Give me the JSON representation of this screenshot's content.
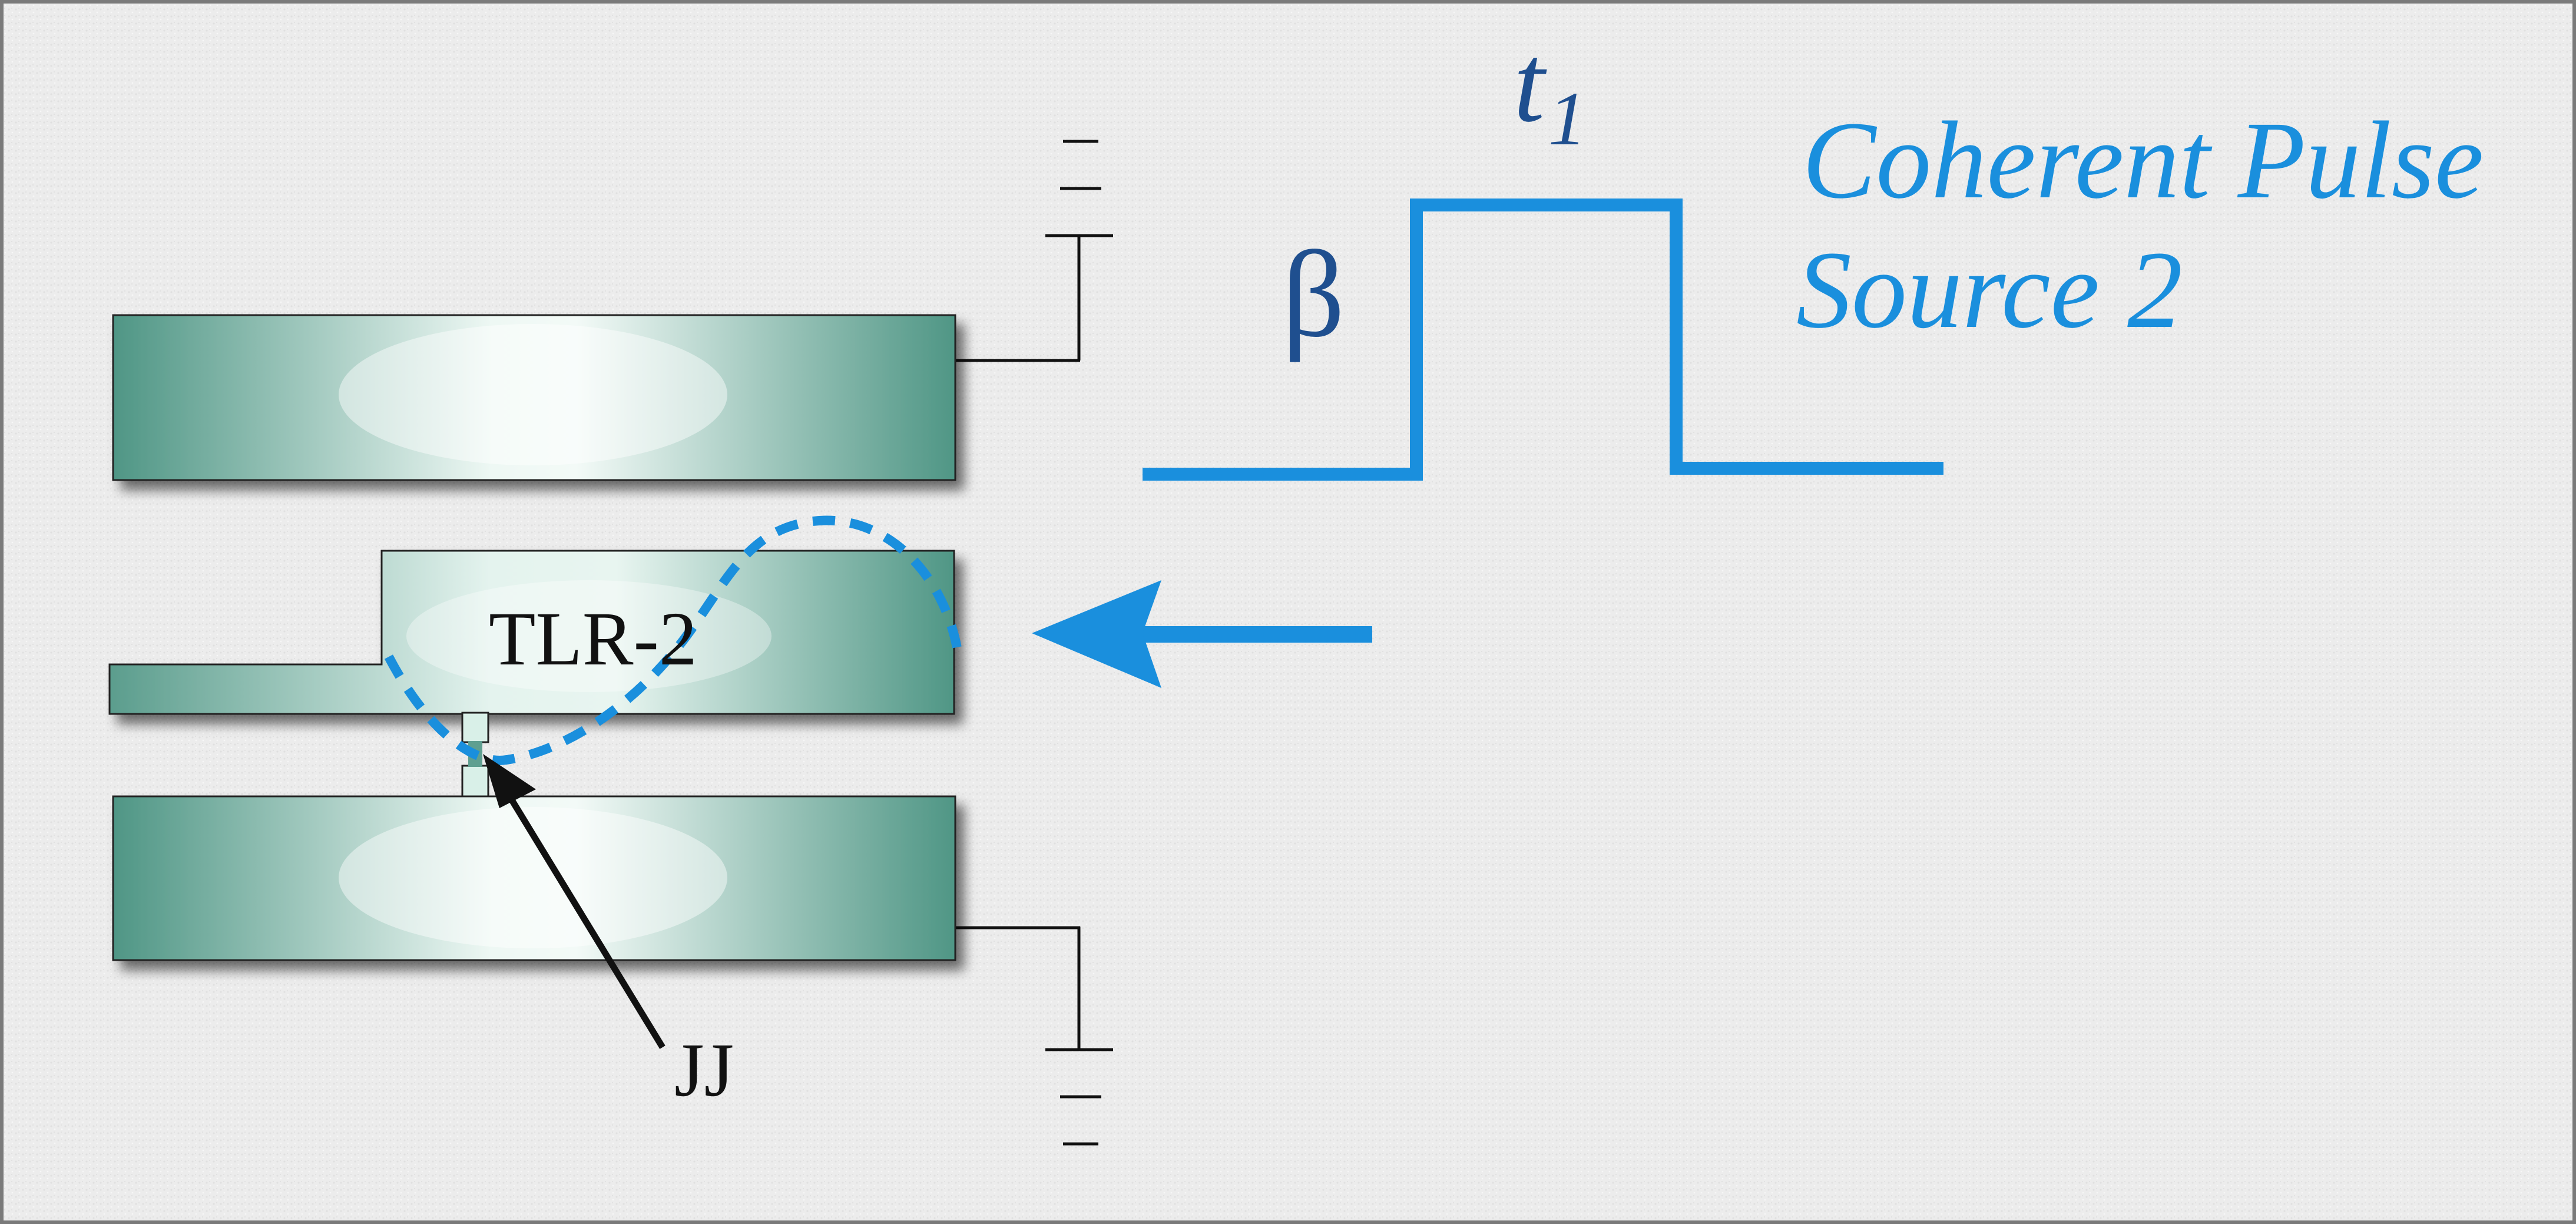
{
  "title": {
    "line1": "Coherent Pulse",
    "line2": "Source 2"
  },
  "pulse": {
    "beta_label": "β",
    "time_label": "t",
    "time_subscript": "1"
  },
  "device": {
    "resonator_label": "TLR-2",
    "junction_label": "JJ"
  },
  "colors": {
    "accent": "#1a8fdd",
    "label_blue": "#1f4f8f",
    "plate_dark": "#4f9685",
    "plate_light": "#f4fbf8",
    "background": "#ececec"
  }
}
